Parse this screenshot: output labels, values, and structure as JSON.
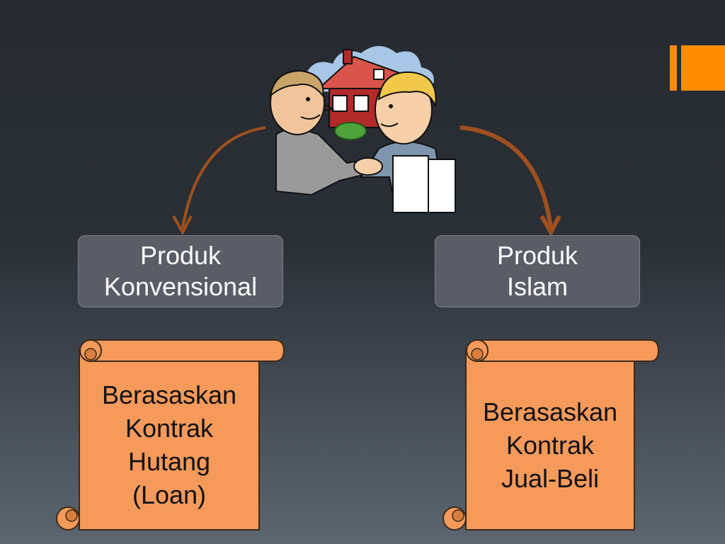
{
  "colors": {
    "accent": "#ff8c00",
    "box_fill": "#5a5c66",
    "scroll_fill": "#f59a5a",
    "arrow": "#a0501e"
  },
  "illustration": {
    "icon": "handshake-house-icon"
  },
  "left_product": {
    "line1": "Produk",
    "line2": "Konvensional"
  },
  "right_product": {
    "line1": "Produk",
    "line2": "Islam"
  },
  "left_scroll": {
    "lines": [
      "Berasaskan",
      "Kontrak",
      "Hutang",
      "(Loan)"
    ]
  },
  "right_scroll": {
    "lines": [
      "Berasaskan",
      "Kontrak",
      "Jual-Beli"
    ]
  }
}
